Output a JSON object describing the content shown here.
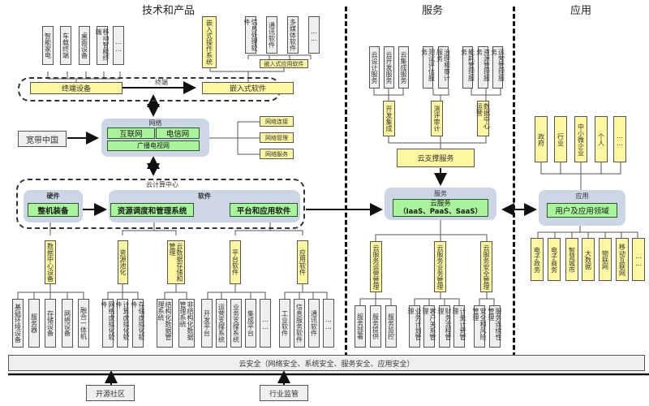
{
  "headers": {
    "tech": "技术和产品",
    "service": "服务",
    "app": "应用"
  },
  "terminal": {
    "group_label": "终端",
    "devices": [
      "智能家电",
      "车载终端",
      "桌面设备",
      "移动智能终端",
      "……"
    ],
    "device_label": "终端设备",
    "embedded_os": "嵌入式操作系统",
    "embedded_apps": [
      "信息处理软件",
      "通讯软件",
      "多媒体软件",
      "……"
    ],
    "embedded_app_label": "嵌入式应用软件",
    "embedded_software": "嵌入式软件"
  },
  "network": {
    "panel_label": "网络",
    "internet": "互联网",
    "telecom": "电信网",
    "broadcast": "广播电视网",
    "broadband": "宽带中国",
    "functions": [
      "网络连接",
      "网络管理",
      "网络服务"
    ]
  },
  "datacenter": {
    "group_label": "云计算中心",
    "hardware_label": "硬件",
    "hardware": "整机装备",
    "software_label": "软件",
    "scheduling": "资源调度和管理系统",
    "platform": "平台和应用软件",
    "subcats": [
      "数据中心设备",
      "资源池化",
      "云数据存储和管理",
      "平台软件",
      "应用软件"
    ],
    "dc_devices": [
      "基础环境设备",
      "服务器",
      "存储设备",
      "网络设备",
      "融合一体机"
    ],
    "pooling": [
      "网络虚拟化软件",
      "计算虚拟化软件",
      "存储虚拟化软件"
    ],
    "storage": [
      "结构化数据管理系统",
      "非结构化数据管理系统"
    ],
    "platform_sw": [
      "开发平台",
      "运营支撑系统",
      "业务支撑系统",
      "集成平台",
      "……"
    ],
    "app_sw": [
      "工业软件",
      "信息服务软件",
      "通讯软件",
      "……"
    ]
  },
  "service": {
    "design_group": [
      "云设计服务",
      "云开发服务",
      "云集成服务"
    ],
    "test_group": [
      "测试评估服务",
      "治理和审计服务"
    ],
    "ops_group": [
      "能耗管理服务",
      "资源管理服务",
      "运营管理服务"
    ],
    "support_cats": [
      "开发集成",
      "测评审计",
      "数据中心运营"
    ],
    "support_label": "云支撑服务",
    "panel_label": "服务",
    "cloud_service": "云服务",
    "cloud_service_sub": "（IaaS、PaaS、SaaS）",
    "mgmt_cats": [
      "云服务运营管理",
      "云服务业务管理",
      "云服务安全管理"
    ],
    "ops_items": [
      "服务部署",
      "服务提供",
      "服务监控"
    ],
    "biz_items": [
      "业务计划管理",
      "客户关系管理",
      "财务流程管理",
      "计量计费管理"
    ],
    "sec_items": [
      "安全和风险管理",
      "服务连续性管理"
    ]
  },
  "application": {
    "users": [
      "政府",
      "行业",
      "中小微企业",
      "个人",
      "……"
    ],
    "panel_label": "应用",
    "domain_label": "用户及应用领域",
    "fields": [
      "电子政务",
      "电子商务",
      "智慧城市",
      "大数据",
      "物联网",
      "移动互联网",
      "……"
    ]
  },
  "footer": {
    "security": "云安全（网络安全、系统安全、服务安全、应用安全）",
    "opensource": "开源社区",
    "regulation": "行业监管"
  }
}
